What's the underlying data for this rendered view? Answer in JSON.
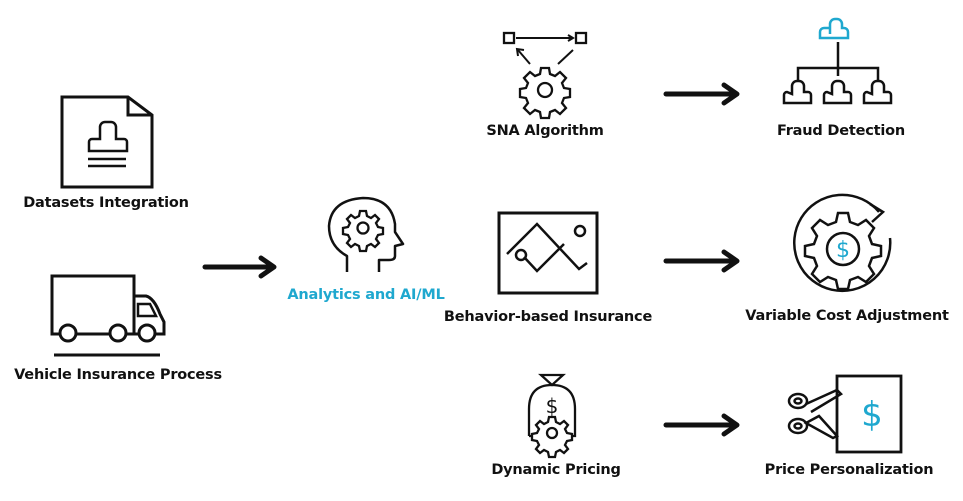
{
  "diagram": {
    "colors": {
      "stroke": "#111111",
      "accent": "#1fa8cf"
    },
    "nodes": {
      "datasets_integration": {
        "label": "Datasets Integration",
        "icon": "document-stamp-icon"
      },
      "vehicle_insurance_process": {
        "label": "Vehicle Insurance Process",
        "icon": "truck-icon"
      },
      "analytics_ai_ml": {
        "label": "Analytics and AI/ML",
        "icon": "head-gear-icon"
      },
      "sna_algorithm": {
        "label": "SNA Algorithm",
        "icon": "gear-network-icon"
      },
      "behavior_based_insurance": {
        "label": "Behavior-based Insurance",
        "icon": "route-chart-icon"
      },
      "dynamic_pricing": {
        "label": "Dynamic Pricing",
        "icon": "money-bag-gear-icon"
      },
      "fraud_detection": {
        "label": "Fraud Detection",
        "icon": "org-chart-icon"
      },
      "variable_cost_adjustment": {
        "label": "Variable Cost Adjustment",
        "icon": "dollar-gear-cycle-icon"
      },
      "price_personalization": {
        "label": "Price Personalization",
        "icon": "scissors-price-icon"
      }
    },
    "edges": [
      {
        "from": "inputs",
        "to": "analytics_ai_ml"
      },
      {
        "from": "sna_algorithm",
        "to": "fraud_detection"
      },
      {
        "from": "behavior_based_insurance",
        "to": "variable_cost_adjustment"
      },
      {
        "from": "dynamic_pricing",
        "to": "price_personalization"
      }
    ]
  }
}
